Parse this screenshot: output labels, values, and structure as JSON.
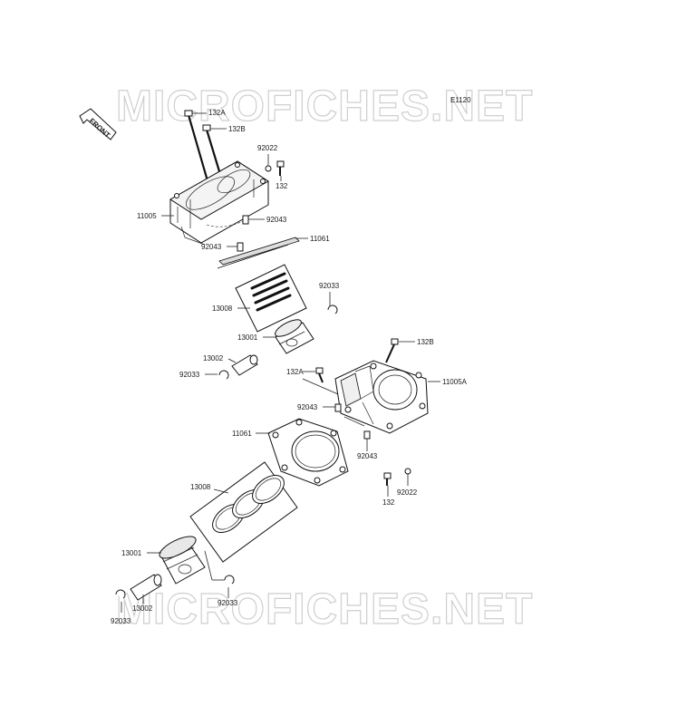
{
  "watermark": {
    "text": "MICROFICHES.NET"
  },
  "diagram_code": "E1120",
  "front_arrow": {
    "text": "FRONT"
  },
  "labels": {
    "bolt_132A_top": "132A",
    "bolt_132B_top": "132B",
    "washer_92022_top": "92022",
    "bolt_132_top": "132",
    "cylinder_11005": "11005",
    "dowel_92043_a": "92043",
    "gasket_11061_top": "11061",
    "dowel_92043_b": "92043",
    "rings_13008_top": "13008",
    "clip_92033_top_right": "92033",
    "piston_13001_top": "13001",
    "pin_13002_top": "13002",
    "clip_92033_top_left": "92033",
    "bolt_132B_right": "132B",
    "bolt_132A_mid": "132A",
    "cylinder_11005A": "11005A",
    "dowel_92043_c": "92043",
    "gasket_11061_bottom": "11061",
    "dowel_92043_d": "92043",
    "rings_13008_bottom": "13008",
    "bolt_132_bottom": "132",
    "washer_92022_bottom": "92022",
    "piston_13001_bottom": "13001",
    "pin_13002_bottom": "13002",
    "clip_92033_bottom_right": "92033",
    "clip_92033_bottom_left": "92033"
  }
}
